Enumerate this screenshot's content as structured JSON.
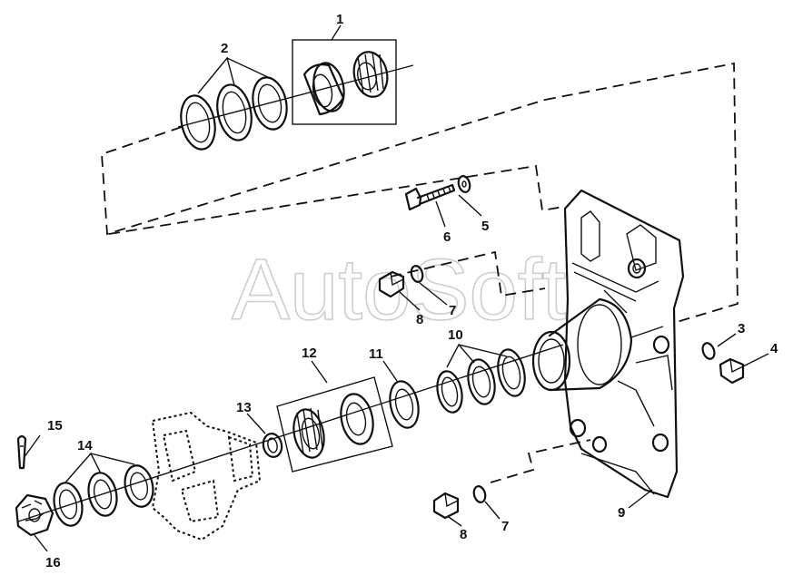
{
  "watermark": "AutoSoft",
  "callouts": {
    "c1": "1",
    "c2": "2",
    "c3": "3",
    "c4": "4",
    "c5": "5",
    "c6": "6",
    "c7a": "7",
    "c7b": "7",
    "c8a": "8",
    "c8b": "8",
    "c9": "9",
    "c10": "10",
    "c11": "11",
    "c12": "12",
    "c13": "13",
    "c14": "14",
    "c15": "15",
    "c16": "16"
  }
}
